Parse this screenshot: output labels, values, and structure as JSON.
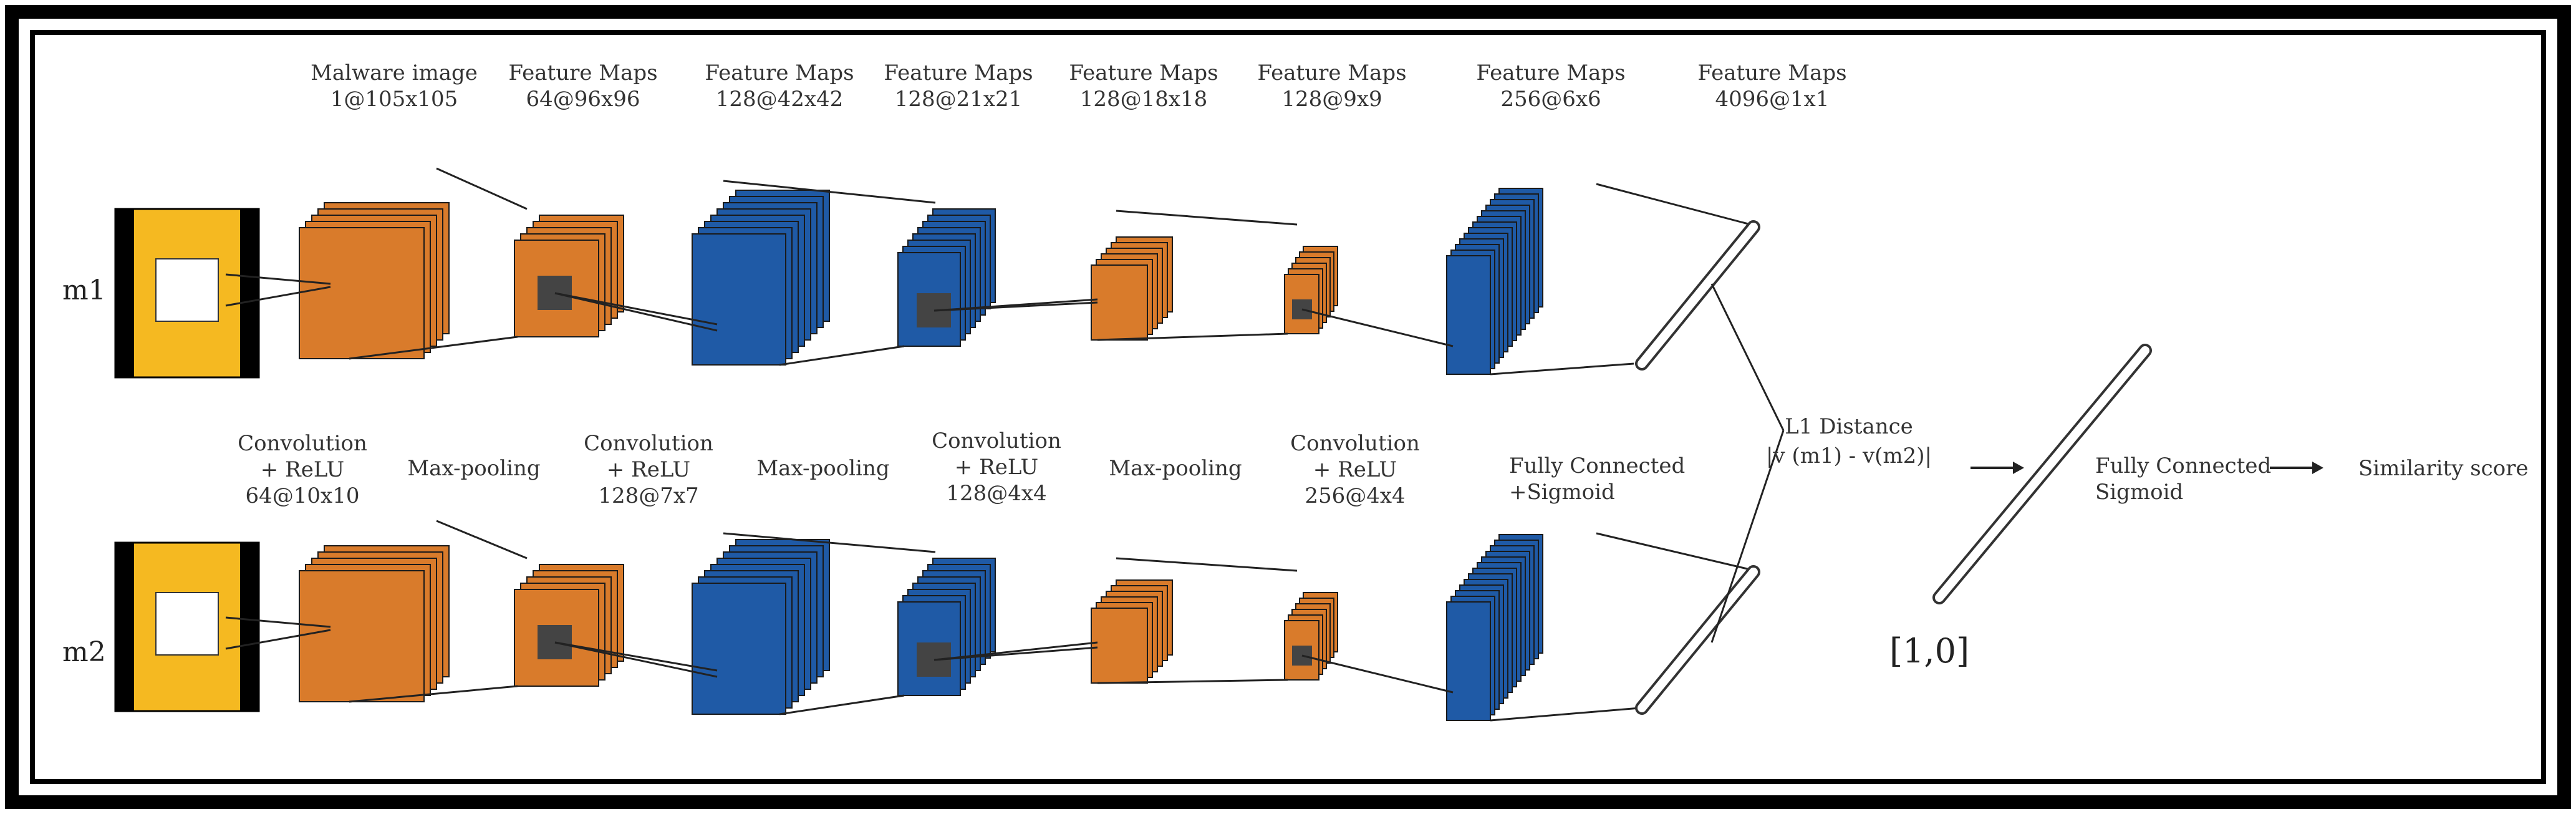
{
  "header_labels": [
    {
      "title": "Malware image",
      "value": "1@105x105"
    },
    {
      "title": "Feature Maps",
      "value": "64@96x96"
    },
    {
      "title": "Feature Maps",
      "value": "128@42x42"
    },
    {
      "title": "Feature Maps",
      "value": "128@21x21"
    },
    {
      "title": "Feature Maps",
      "value": "128@18x18"
    },
    {
      "title": "Feature Maps",
      "value": "128@9x9"
    },
    {
      "title": "Feature Maps",
      "value": "256@6x6"
    },
    {
      "title": "Feature Maps",
      "value": "4096@1x1"
    }
  ],
  "layer_labels": [
    {
      "lines": [
        "Convolution",
        "+ ReLU",
        "64@10x10"
      ]
    },
    {
      "lines": [
        "Max-pooling"
      ]
    },
    {
      "lines": [
        "Convolution",
        "+ ReLU",
        "128@7x7"
      ]
    },
    {
      "lines": [
        "Max-pooling"
      ]
    },
    {
      "lines": [
        "Convolution",
        "+ ReLU",
        "128@4x4"
      ]
    },
    {
      "lines": [
        "Max-pooling"
      ]
    },
    {
      "lines": [
        "Convolution",
        "+ ReLU",
        "256@4x4"
      ]
    },
    {
      "lines": [
        "Fully Connected",
        "+Sigmoid"
      ]
    }
  ],
  "inputs": {
    "m1": "m1",
    "m2": "m2"
  },
  "distance": {
    "title": "L1 Distance",
    "formula": "|v (m1) - v(m2)|"
  },
  "fc_output": {
    "line1": "Fully Connected",
    "line2": "Sigmoid"
  },
  "output_range": "[1,0]",
  "result": "Similarity score",
  "colors": {
    "orange": "#d97b2b",
    "blue": "#1f5aa6",
    "yellow": "#f5b921",
    "kernel": "#444444",
    "frame": "#000000"
  }
}
